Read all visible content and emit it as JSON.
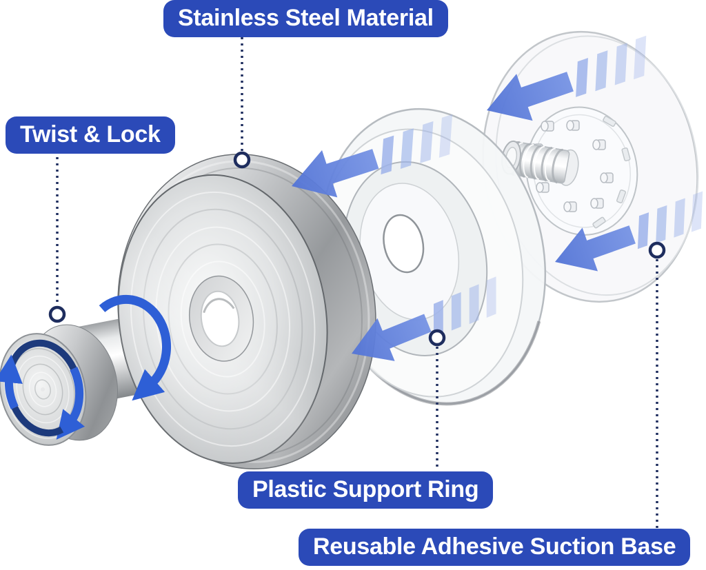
{
  "labels": {
    "stainless": "Stainless Steel Material",
    "twist": "Twist & Lock",
    "ring": "Plastic Support Ring",
    "base": "Reusable Adhesive Suction Base"
  },
  "icons": {
    "motion_arrow": "◄",
    "rotate_cycle": "⟳",
    "marker_dot": "○"
  },
  "colors": {
    "label_bg": "#2b4ab8",
    "label_text": "#ffffff",
    "leader": "#1e2d5e",
    "arrow_blue": "#5f80dc",
    "arrow_blue_light": "#9db3ea",
    "arrow_blue_strong": "#2e5fd6",
    "arrow_navy": "#1d3a7c",
    "background": "#ffffff"
  }
}
